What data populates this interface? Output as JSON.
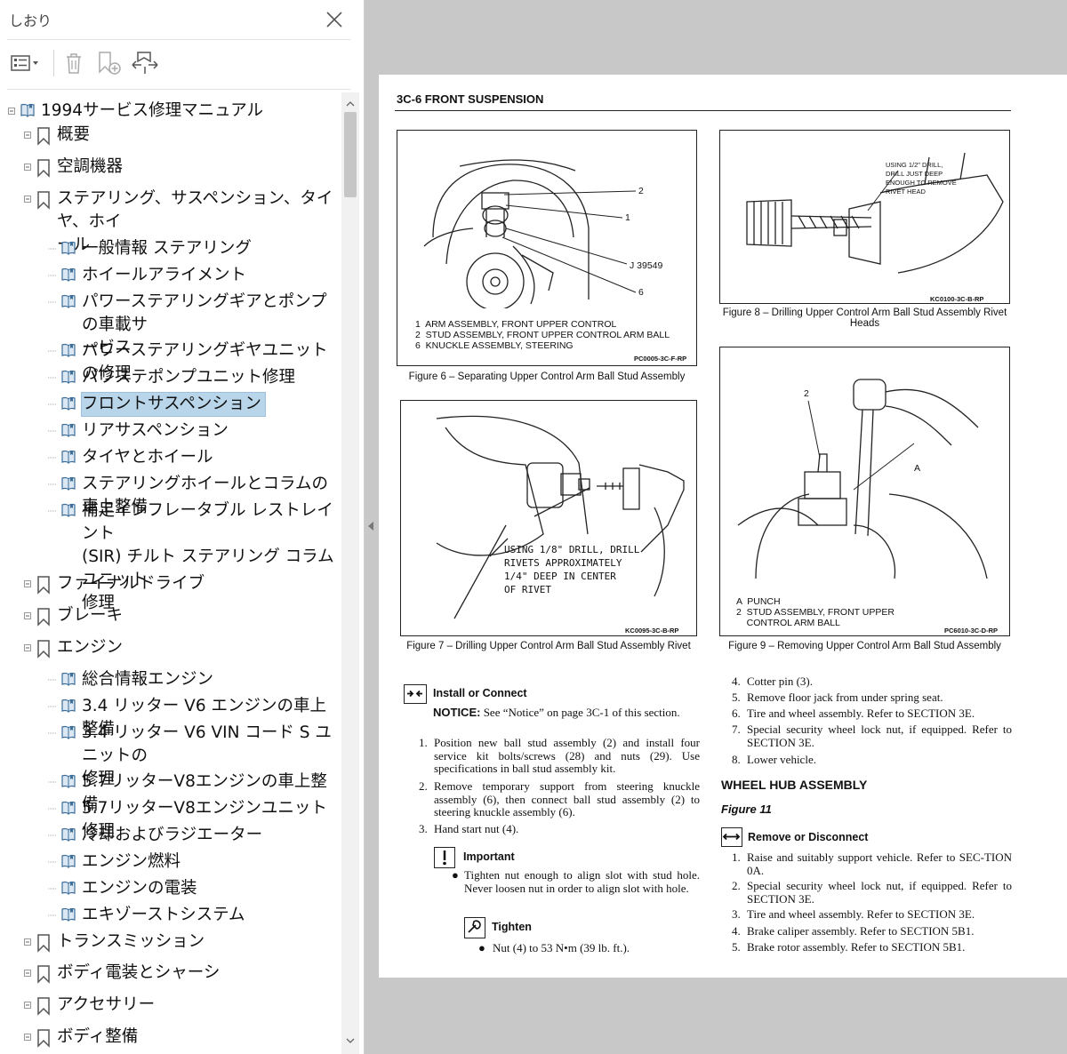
{
  "panel": {
    "title": "しおり"
  },
  "tree": [
    {
      "label": "1994サービス修理マニュアル",
      "icon": "book-icon",
      "level": 0
    },
    {
      "label": "概要",
      "icon": "bookmark-icon",
      "level": 1
    },
    {
      "label": "空調機器",
      "icon": "bookmark-icon",
      "level": 1
    },
    {
      "label": "ステアリング、サスペンション、タイヤ、ホイ\nール",
      "icon": "bookmark-icon",
      "level": 1
    },
    {
      "label": "一般情報 ステアリング",
      "icon": "book-icon",
      "level": 2
    },
    {
      "label": "ホイールアライメント",
      "icon": "book-icon",
      "level": 2
    },
    {
      "label": "パワーステアリングギアとポンプの車載サ\nービス",
      "icon": "book-icon",
      "level": 2
    },
    {
      "label": "パワーステアリングギヤユニットの修理",
      "icon": "book-icon",
      "level": 2
    },
    {
      "label": "パワステポンプユニット修理",
      "icon": "book-icon",
      "level": 2
    },
    {
      "label": "フロントサスペンション",
      "icon": "book-icon",
      "level": 2,
      "selected": true
    },
    {
      "label": "リアサスペンション",
      "icon": "book-icon",
      "level": 2
    },
    {
      "label": "タイヤとホイール",
      "icon": "book-icon",
      "level": 2
    },
    {
      "label": "ステアリングホイールとコラムの車上整備",
      "icon": "book-icon",
      "level": 2
    },
    {
      "label": "補足インフレータブル レストレイント\n(SIR) チルト ステアリング コラム ユニット\n修理",
      "icon": "book-icon",
      "level": 2
    },
    {
      "label": "ファイナルドライブ",
      "icon": "bookmark-icon",
      "level": 1
    },
    {
      "label": "ブレーキ",
      "icon": "bookmark-icon",
      "level": 1
    },
    {
      "label": "エンジン",
      "icon": "bookmark-icon",
      "level": 1
    },
    {
      "label": "総合情報エンジン",
      "icon": "book-icon",
      "level": 2
    },
    {
      "label": "3.4 リッター V6 エンジンの車上整備",
      "icon": "book-icon",
      "level": 2
    },
    {
      "label": "3.4 リッター V6 VIN コード S ユニットの\n修理",
      "icon": "book-icon",
      "level": 2
    },
    {
      "label": "5.7リッターV8エンジンの車上整備",
      "icon": "book-icon",
      "level": 2
    },
    {
      "label": "5.7リッターV8エンジンユニット修理",
      "icon": "book-icon",
      "level": 2
    },
    {
      "label": "冷却およびラジエーター",
      "icon": "book-icon",
      "level": 2
    },
    {
      "label": "エンジン燃料",
      "icon": "book-icon",
      "level": 2
    },
    {
      "label": "エンジンの電装",
      "icon": "book-icon",
      "level": 2
    },
    {
      "label": "エキゾーストシステム",
      "icon": "book-icon",
      "level": 2
    },
    {
      "label": "トランスミッション",
      "icon": "bookmark-icon",
      "level": 1
    },
    {
      "label": "ボディ電装とシャーシ",
      "icon": "bookmark-icon",
      "level": 1
    },
    {
      "label": "アクセサリー",
      "icon": "bookmark-icon",
      "level": 1
    },
    {
      "label": "ボディ整備",
      "icon": "bookmark-icon",
      "level": 1
    }
  ],
  "doc": {
    "header": "3C-6 FRONT SUSPENSION",
    "fig6": {
      "callouts": [
        "2",
        "1",
        "J 39549",
        "6"
      ],
      "legend": "1  ARM ASSEMBLY, FRONT UPPER CONTROL\n2  STUD ASSEMBLY, FRONT UPPER CONTROL ARM BALL\n6  KNUCKLE ASSEMBLY, STEERING",
      "code": "PC0005-3C-F-RP",
      "caption": "Figure 6 – Separating Upper Control Arm Ball Stud Assembly"
    },
    "fig7": {
      "note": "USING 1/8\" DRILL, DRILL\nRIVETS APPROXIMATELY\n1/4\" DEEP IN CENTER\nOF RIVET",
      "code": "KC0095-3C-B-RP",
      "caption": "Figure 7 – Drilling Upper Control Arm Ball Stud Assembly\nRivet"
    },
    "fig8": {
      "note": "USING 1/2\" DRILL,\nDRILL JUST DEEP\nENOUGH TO REMOVE\nRIVET HEAD",
      "code": "KC0100-3C-B-RP",
      "caption": "Figure 8 – Drilling Upper Control Arm Ball Stud Assembly\nRivet Heads"
    },
    "fig9": {
      "callouts": [
        "2",
        "A"
      ],
      "legend": "A  PUNCH\n2  STUD ASSEMBLY, FRONT UPPER\n    CONTROL ARM BALL",
      "code": "PC6010-3C-D-RP",
      "caption": "Figure 9 – Removing Upper Control Arm Ball Stud Assembly"
    },
    "left": {
      "install_heading": "Install or Connect",
      "notice_label": "NOTICE:",
      "notice_text": "See “Notice” on page 3C-1 of this section.",
      "steps": [
        {
          "n": "1.",
          "t": "Position new ball stud assembly (2) and install four service kit bolts/screws (28) and nuts (29). Use specifications in ball stud assembly kit."
        },
        {
          "n": "2.",
          "t": "Remove temporary support from steering knuckle assembly (6), then connect ball stud assembly (2) to steering knuckle assembly (6)."
        },
        {
          "n": "3.",
          "t": "Hand start nut (4)."
        }
      ],
      "important_heading": "Important",
      "important_text": "Tighten nut enough to align slot with stud hole. Never loosen nut in order to align slot with hole.",
      "tighten_heading": "Tighten",
      "tighten_text": "Nut (4) to 53 N•m (39 lb. ft.)."
    },
    "right": {
      "steps": [
        {
          "n": "4.",
          "t": "Cotter pin (3)."
        },
        {
          "n": "5.",
          "t": "Remove floor jack from under spring seat."
        },
        {
          "n": "6.",
          "t": "Tire and wheel assembly. Refer to SECTION 3E."
        },
        {
          "n": "7.",
          "t": "Special security wheel lock nut, if equipped. Refer to SECTION 3E."
        },
        {
          "n": "8.",
          "t": "Lower vehicle."
        }
      ],
      "section_heading": "WHEEL HUB ASSEMBLY",
      "figure_ref": "Figure 11",
      "remove_heading": "Remove or Disconnect",
      "remove_steps": [
        {
          "n": "1.",
          "t": "Raise and suitably support vehicle. Refer to SEC-TION 0A."
        },
        {
          "n": "2.",
          "t": "Special security wheel lock nut, if equipped. Refer to SECTION 3E."
        },
        {
          "n": "3.",
          "t": "Tire and wheel assembly. Refer to SECTION 3E."
        },
        {
          "n": "4.",
          "t": "Brake caliper assembly. Refer to SECTION 5B1."
        },
        {
          "n": "5.",
          "t": "Brake rotor assembly. Refer to SECTION 5B1."
        }
      ]
    }
  }
}
